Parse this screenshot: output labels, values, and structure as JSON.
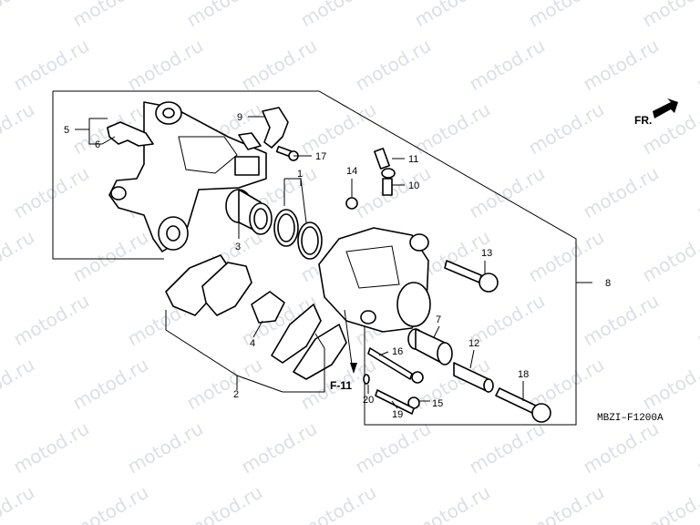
{
  "watermark": "motod.ru",
  "direction_label": "FR.",
  "diagram_code": "MBZI–F1200A",
  "reference_label": "F-11",
  "callouts": [
    "1",
    "2",
    "3",
    "4",
    "5",
    "6",
    "7",
    "8",
    "9",
    "10",
    "11",
    "12",
    "13",
    "14",
    "15",
    "16",
    "17",
    "18",
    "19",
    "20"
  ]
}
